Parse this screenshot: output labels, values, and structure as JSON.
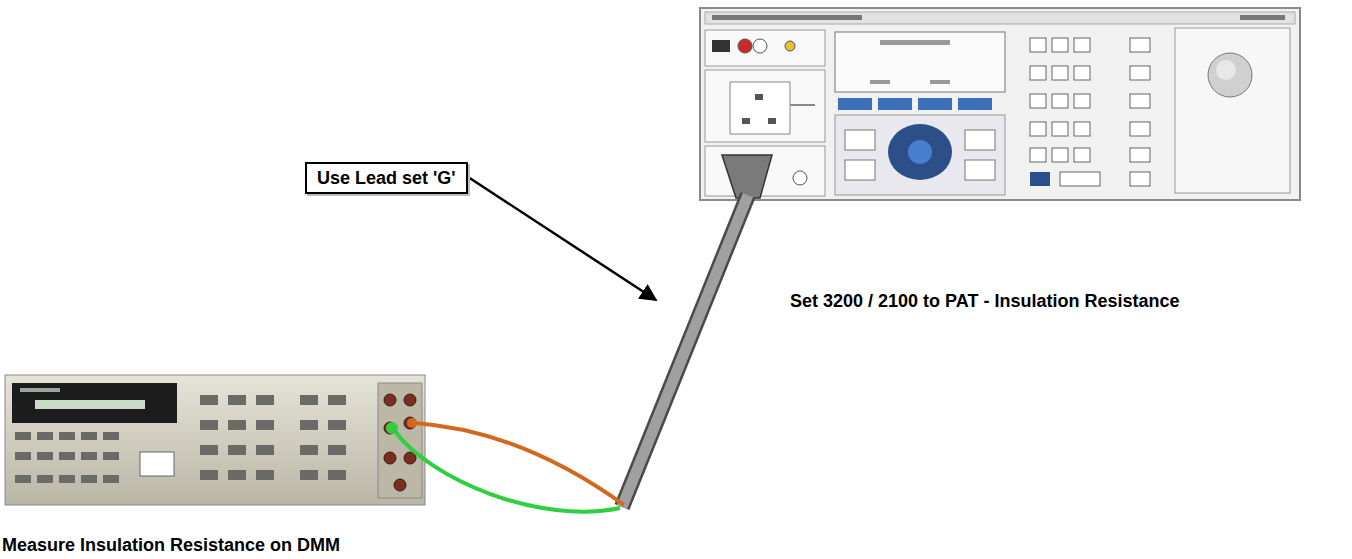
{
  "diagram": {
    "nodes": [
      {
        "text": [
          "Use Lead set 'G'"
        ]
      }
    ],
    "labels": [
      "Set 3200 / 2100 to PAT - Insulation Resistance",
      "Measure Insulation Resistance on DMM"
    ]
  }
}
